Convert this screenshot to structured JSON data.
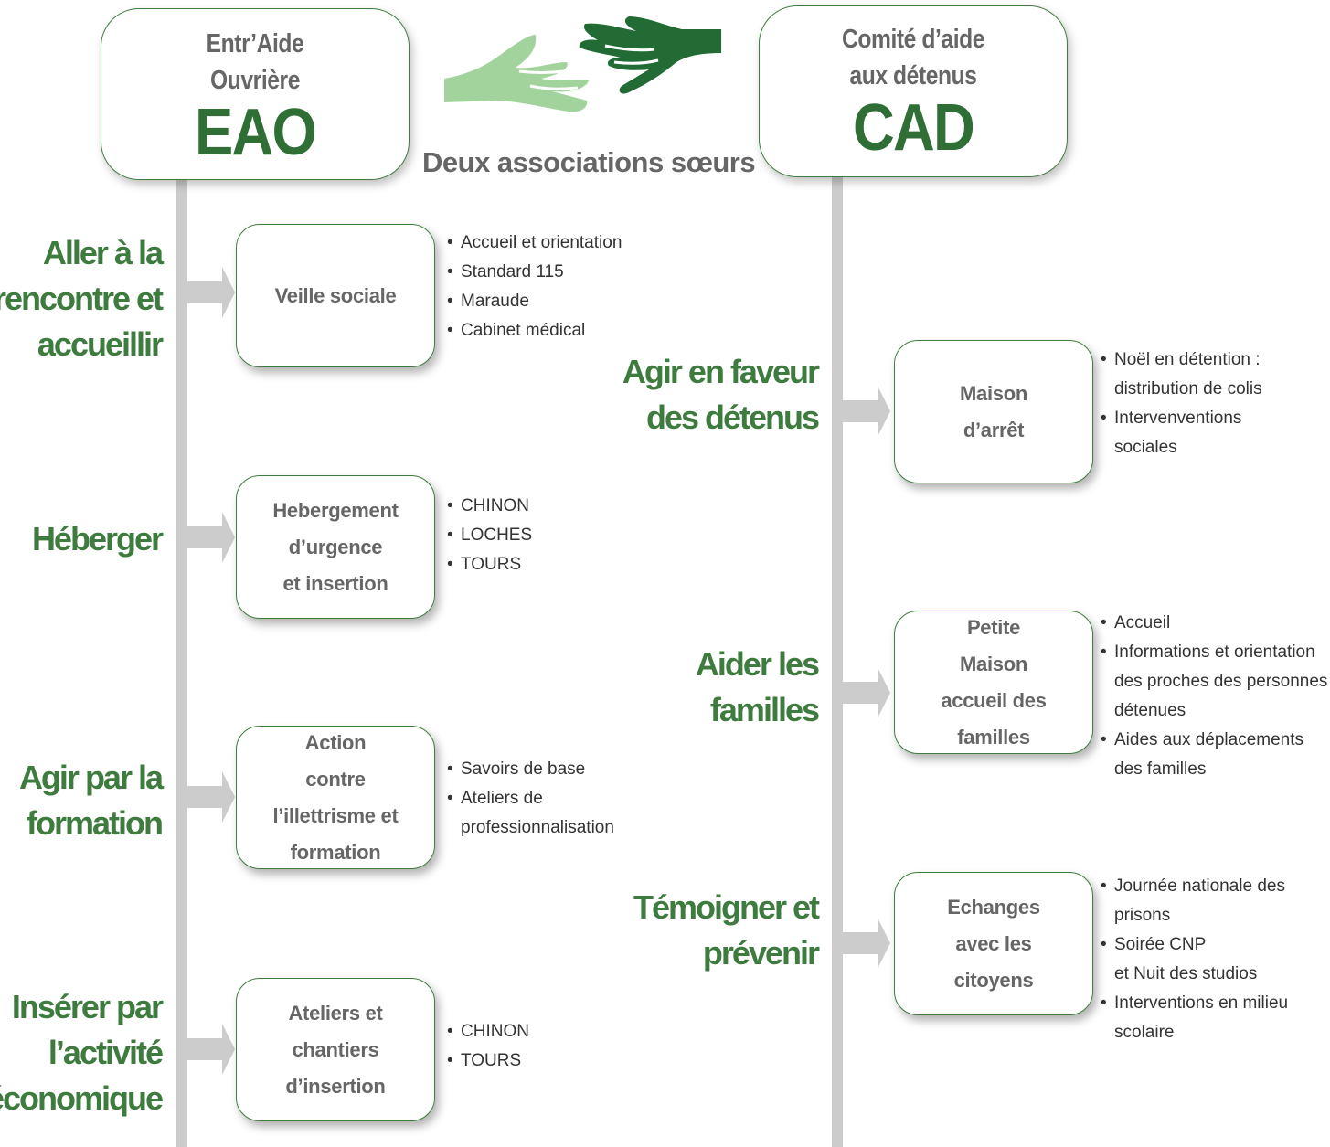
{
  "colors": {
    "accent_green": "#3e7b3e",
    "dark_green": "#2f6e35",
    "light_green": "#a3d39c",
    "grey_text": "#666666",
    "line_grey": "#cccccc"
  },
  "eao": {
    "line1": "Entr’Aide",
    "line2": "Ouvrière",
    "acronym": "EAO"
  },
  "cad": {
    "line1": "Comité d’aide",
    "line2": "aux détenus",
    "acronym": "CAD"
  },
  "tagline": "Deux associations sœurs",
  "hands_icon": "two-hands-reaching-icon",
  "left_rows": [
    {
      "label_lines": [
        "Aller à la",
        "rencontre et",
        "accueillir"
      ],
      "box_lines": [
        "Veille sociale"
      ],
      "bullets": [
        {
          "text": "Accueil et orientation"
        },
        {
          "text": "Standard 115"
        },
        {
          "text": "Maraude"
        },
        {
          "text": "Cabinet médical"
        }
      ]
    },
    {
      "label_lines": [
        "Héberger"
      ],
      "box_lines": [
        "Hebergement",
        "d’urgence",
        "et insertion"
      ],
      "bullets": [
        {
          "text": "CHINON"
        },
        {
          "text": "LOCHES"
        },
        {
          "text": "TOURS"
        }
      ]
    },
    {
      "label_lines": [
        "Agir par la",
        "formation"
      ],
      "box_lines": [
        "Action",
        "contre",
        "l’illettrisme et",
        "formation"
      ],
      "bullets": [
        {
          "text": "Savoirs de base"
        },
        {
          "text": "Ateliers de"
        },
        {
          "text": "professionnalisation",
          "cont": true
        }
      ]
    },
    {
      "label_lines": [
        "Insérer par",
        "l’activité",
        "économique"
      ],
      "box_lines": [
        "Ateliers et",
        "chantiers",
        "d’insertion"
      ],
      "bullets": [
        {
          "text": "CHINON"
        },
        {
          "text": "TOURS"
        }
      ]
    }
  ],
  "right_rows": [
    {
      "label_lines": [
        "Agir en faveur",
        "des détenus"
      ],
      "box_lines": [
        "Maison",
        "d’arrêt"
      ],
      "bullets": [
        {
          "text": "Noël en détention :"
        },
        {
          "text": "distribution de colis",
          "cont": true
        },
        {
          "text": "Intervenventions"
        },
        {
          "text": "sociales",
          "cont": true
        }
      ]
    },
    {
      "label_lines": [
        "Aider les",
        "familles"
      ],
      "box_lines": [
        "Petite",
        "Maison",
        "accueil des",
        "familles"
      ],
      "bullets": [
        {
          "text": "Accueil"
        },
        {
          "text": "Informations  et orientation"
        },
        {
          "text": "des proches des personnes",
          "cont": true
        },
        {
          "text": "détenues",
          "cont": true
        },
        {
          "text": "Aides aux déplacements"
        },
        {
          "text": "des familles",
          "cont": true
        }
      ]
    },
    {
      "label_lines": [
        "Témoigner et",
        "prévenir"
      ],
      "box_lines": [
        "Echanges",
        "avec les",
        "citoyens"
      ],
      "bullets": [
        {
          "text": "Journée nationale des"
        },
        {
          "text": "prisons",
          "cont": true
        },
        {
          "text": "Soirée CNP"
        },
        {
          "text": "et Nuit des studios",
          "cont": true
        },
        {
          "text": "Interventions en milieu"
        },
        {
          "text": "scolaire",
          "cont": true
        }
      ]
    }
  ]
}
